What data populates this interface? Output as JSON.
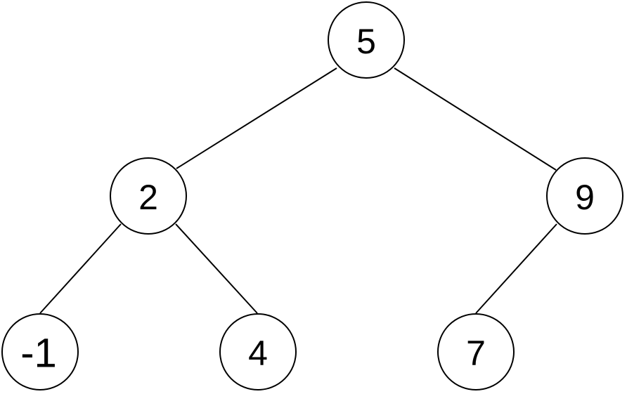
{
  "diagram": {
    "type": "binary-tree",
    "nodes": [
      {
        "id": "n5",
        "label": "5"
      },
      {
        "id": "n2",
        "label": "2"
      },
      {
        "id": "n9",
        "label": "9"
      },
      {
        "id": "nm1",
        "label": "-1"
      },
      {
        "id": "n4",
        "label": "4"
      },
      {
        "id": "n7",
        "label": "7"
      }
    ],
    "edges": [
      {
        "from": "n5",
        "to": "n2"
      },
      {
        "from": "n5",
        "to": "n9"
      },
      {
        "from": "n2",
        "to": "nm1"
      },
      {
        "from": "n2",
        "to": "n4"
      },
      {
        "from": "n9",
        "to": "n7"
      }
    ],
    "colors": {
      "stroke": "#000000",
      "fill": "#ffffff",
      "text": "#000000"
    }
  }
}
